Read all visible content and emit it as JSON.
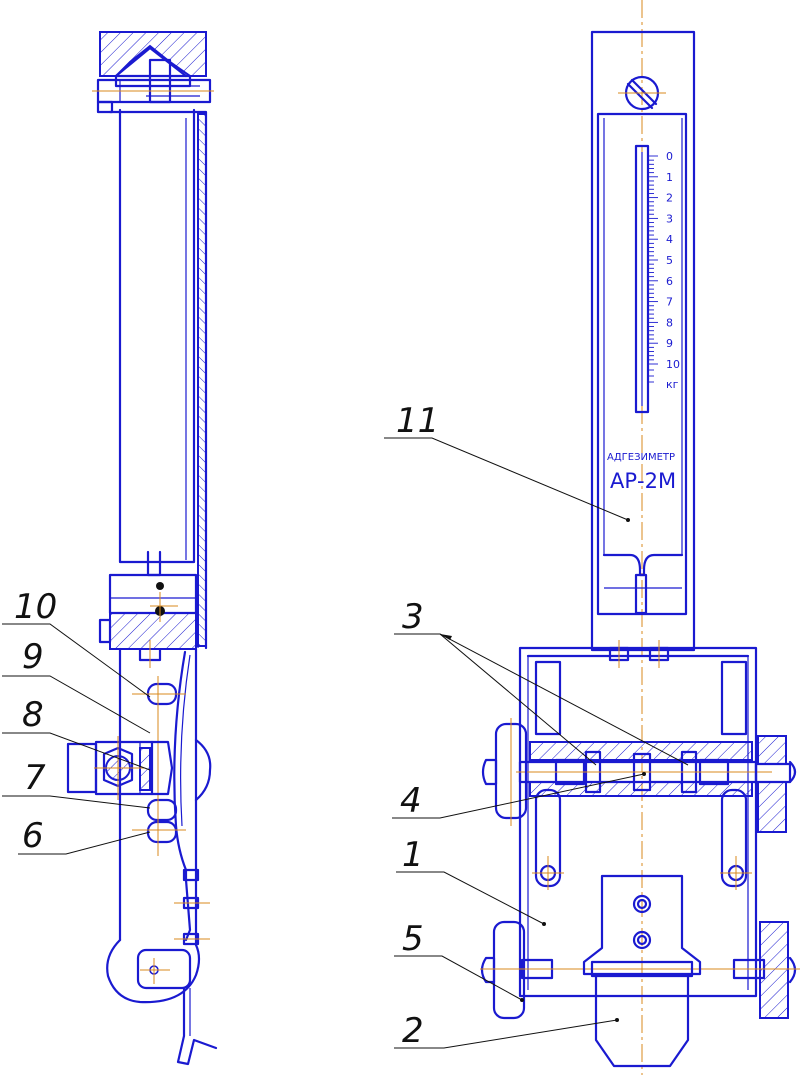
{
  "device": {
    "name_small": "АДГЕЗИМЕТР",
    "name_large": "АР-2М"
  },
  "scale": {
    "ticks": [
      "0",
      "1",
      "2",
      "3",
      "4",
      "5",
      "6",
      "7",
      "8",
      "9",
      "10"
    ],
    "unit": "кг"
  },
  "callouts": [
    {
      "id": "10",
      "text": "10"
    },
    {
      "id": "9",
      "text": "9"
    },
    {
      "id": "8",
      "text": "8"
    },
    {
      "id": "7",
      "text": "7"
    },
    {
      "id": "6",
      "text": "6"
    },
    {
      "id": "11",
      "text": "11"
    },
    {
      "id": "3",
      "text": "3"
    },
    {
      "id": "4",
      "text": "4"
    },
    {
      "id": "1",
      "text": "1"
    },
    {
      "id": "5",
      "text": "5"
    },
    {
      "id": "2",
      "text": "2"
    }
  ],
  "colors": {
    "line": "#1a1ad0",
    "axis": "#d88a1e",
    "leader": "#111111"
  }
}
